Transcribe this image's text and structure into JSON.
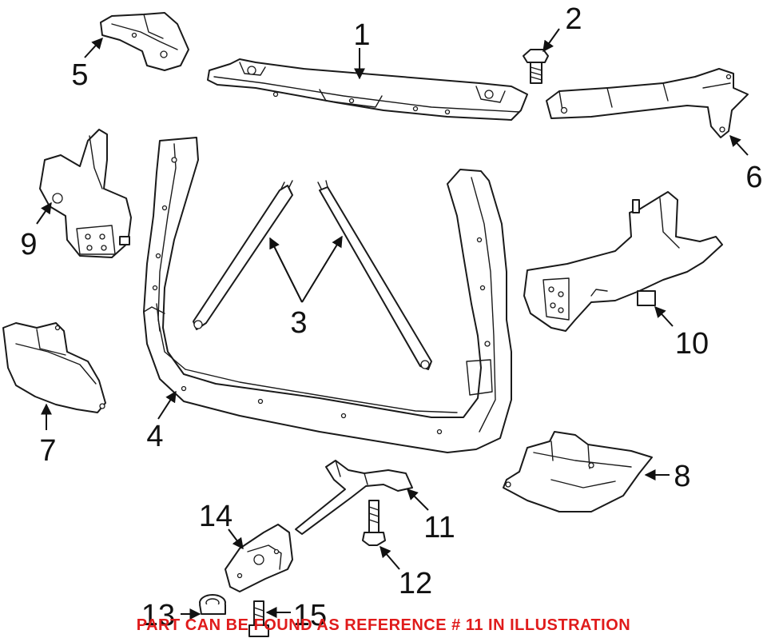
{
  "callouts": [
    {
      "id": "1",
      "label": "1"
    },
    {
      "id": "2",
      "label": "2"
    },
    {
      "id": "3",
      "label": "3"
    },
    {
      "id": "4",
      "label": "4"
    },
    {
      "id": "5",
      "label": "5"
    },
    {
      "id": "6",
      "label": "6"
    },
    {
      "id": "7",
      "label": "7"
    },
    {
      "id": "8",
      "label": "8"
    },
    {
      "id": "9",
      "label": "9"
    },
    {
      "id": "10",
      "label": "10"
    },
    {
      "id": "11",
      "label": "11"
    },
    {
      "id": "12",
      "label": "12"
    },
    {
      "id": "13",
      "label": "13"
    },
    {
      "id": "14",
      "label": "14"
    },
    {
      "id": "15",
      "label": "15"
    }
  ],
  "note": {
    "text": "PART CAN BE FOUND AS REFERENCE # 11 IN ILLUSTRATION",
    "color": "#e01b1b"
  }
}
